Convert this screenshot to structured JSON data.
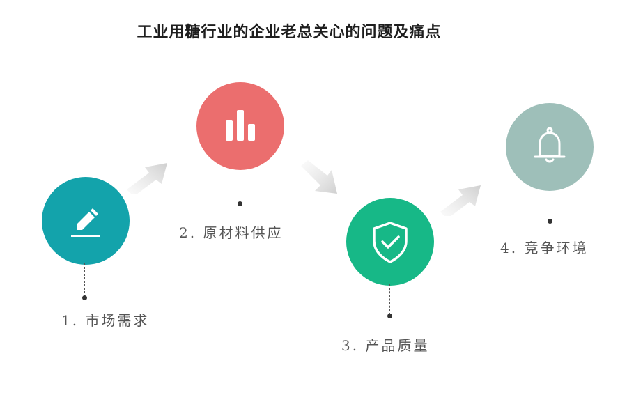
{
  "title": "工业用糖行业的企业老总关心的问题及痛点",
  "steps": [
    {
      "label": "1. 市场需求",
      "color": "#13a3ab",
      "icon": "pencil-icon"
    },
    {
      "label": "2. 原材料供应",
      "color": "#eb6e6e",
      "icon": "bar-chart-icon"
    },
    {
      "label": "3. 产品质量",
      "color": "#17b887",
      "icon": "shield-check-icon"
    },
    {
      "label": "4. 竞争环境",
      "color": "#9ebfb9",
      "icon": "bell-icon"
    }
  ]
}
